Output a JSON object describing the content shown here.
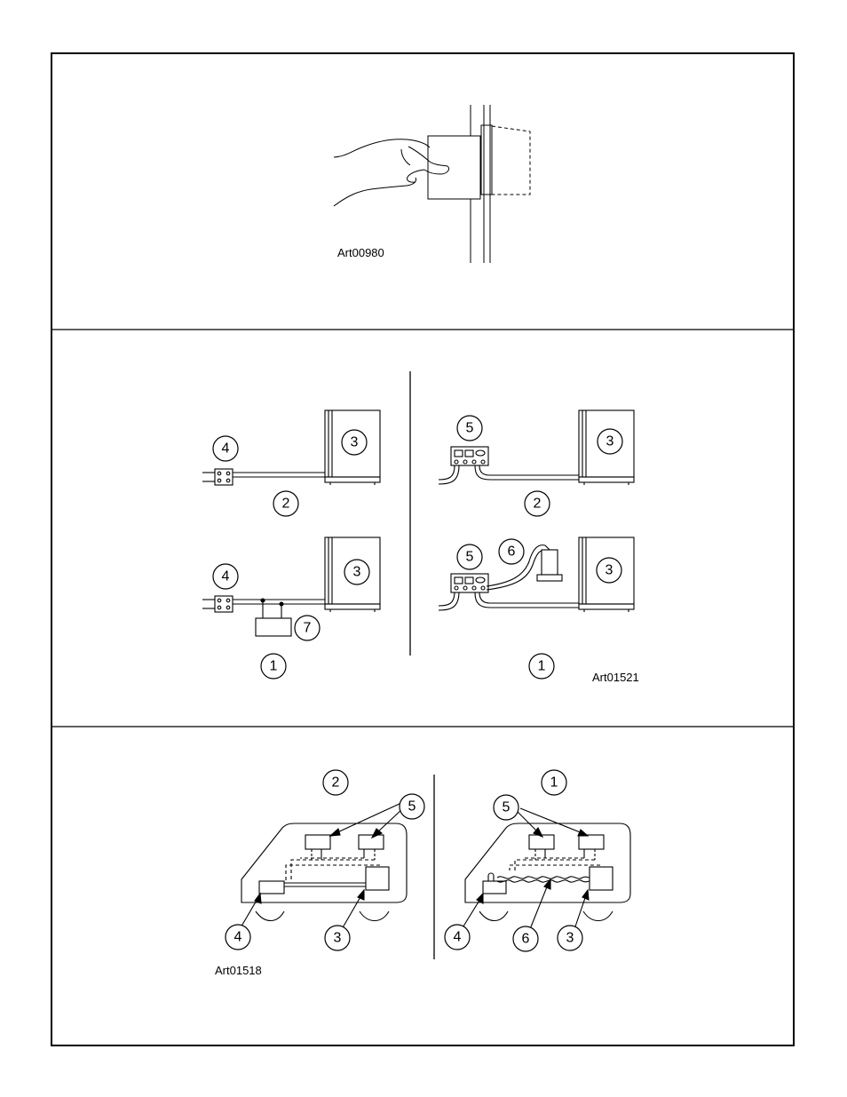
{
  "figures": {
    "top": {
      "art_id": "Art00980"
    },
    "middle": {
      "art_id": "Art01521",
      "callouts": [
        "4",
        "3",
        "2",
        "4",
        "3",
        "7",
        "1",
        "5",
        "3",
        "2",
        "5",
        "6",
        "3",
        "1"
      ]
    },
    "bottom": {
      "art_id": "Art01518",
      "callouts": [
        "2",
        "5",
        "4",
        "3",
        "1",
        "5",
        "4",
        "6",
        "3"
      ]
    }
  }
}
